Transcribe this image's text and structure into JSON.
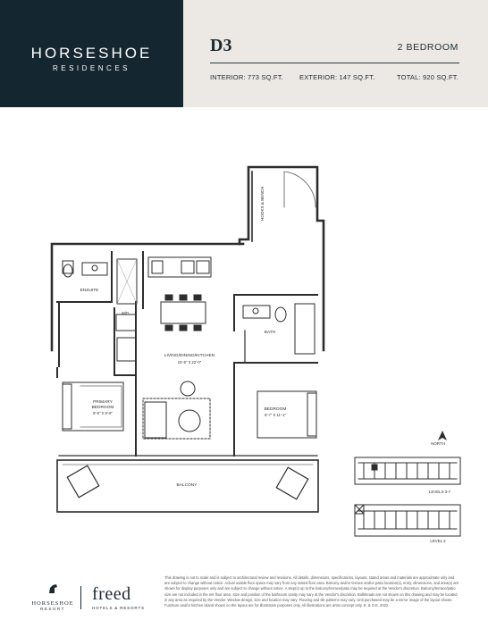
{
  "brand": {
    "name": "HORSESHOE",
    "sub": "RESIDENCES"
  },
  "header": {
    "unit": "D3",
    "bedrooms": "2 BEDROOM",
    "interior": "INTERIOR: 773 SQ.FT.",
    "exterior": "EXTERIOR: 147 SQ.FT.",
    "total": "TOTAL: 920 SQ.FT."
  },
  "plan": {
    "bench": "HOOKS & BENCH",
    "ensuite": "ENSUITE",
    "wd": "W/D",
    "living_name": "LIVING/DINING/KITCHEN",
    "living_size": "15'-6\" X 22'-0\"",
    "bath": "BATH",
    "primary_name": "PRIMARY",
    "primary_name2": "BEDROOM",
    "primary_size": "8'-9\" X 9'-6\"",
    "bedroom_name": "BEDROOM",
    "bedroom_size": "8'-7\" X 11'-1\"",
    "balcony": "BALCONY",
    "north": "NORTH",
    "levels_a": "LEVELS 3-7",
    "levels_b": "LEVEL 2"
  },
  "footer": {
    "logo1_name": "HORSESHOE",
    "logo1_sub": "RESORT",
    "logo2_name": "freed",
    "logo2_sub": "HOTELS & RESORTS",
    "disclaimer": "This drawing is not to scale and is subject to architectural review and revisions. All details, dimensions, specifications, layouts, stated areas and materials are approximate only and are subject to change without notice. Actual usable floor space may vary from any stated floor area. Balcony and/or terrace and/or patio location(s), entry, dimensions, and area(s) are shown for display purposes only and are subject to change without notice. A step(s) up to the balcony/terrace/patio may be required at the Vendor's discretion. Balcony/terrace/patio size are not included in the net floor area. Size and position of the bathroom vanity may vary at the Vendor's discretion. Bulkheads are not shown on this drawing and may be located in any area as required by the Vendor. Window design, size and location may vary. Flooring and tile patterns may vary. Unit purchased may be a mirror image of the layout shown. Furniture and/or kitchen island shown on the layout are for illustration purposes only. All illustrations are artist concept only. E. & O.E. 2022."
  }
}
